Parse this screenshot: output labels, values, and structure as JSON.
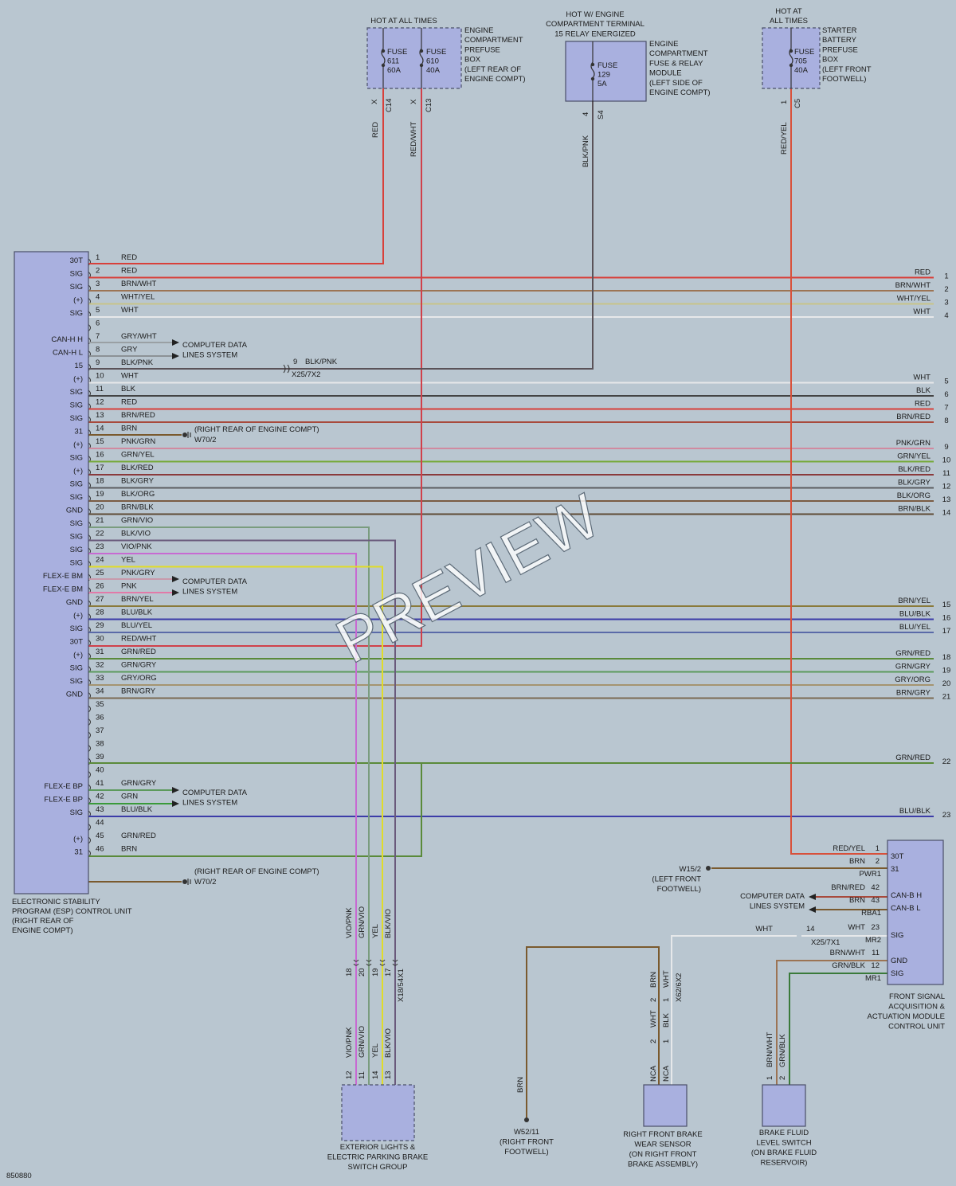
{
  "diagram_id": "850880",
  "watermark": "PREVIEW",
  "power": {
    "hot_all_times_1": "HOT AT ALL TIMES",
    "hot_engine": [
      "HOT W/ ENGINE",
      "COMPARTMENT TERMINAL",
      "15 RELAY ENERGIZED"
    ],
    "hot_all_times_2": [
      "HOT AT",
      "ALL TIMES"
    ],
    "fuse611": [
      "FUSE",
      "611",
      "60A"
    ],
    "fuse610": [
      "FUSE",
      "610",
      "40A"
    ],
    "fuse129": [
      "FUSE",
      "129",
      "5A"
    ],
    "fuse705": [
      "FUSE",
      "705",
      "40A"
    ],
    "prefuse_box_label": [
      "ENGINE",
      "COMPARTMENT",
      "PREFUSE",
      "BOX",
      "(LEFT REAR OF",
      "ENGINE COMPT)"
    ],
    "relay_module_label": [
      "ENGINE",
      "COMPARTMENT",
      "FUSE & RELAY",
      "MODULE",
      "(LEFT SIDE OF",
      "ENGINE COMPT)"
    ],
    "starter_box_label": [
      "STARTER",
      "BATTERY",
      "PREFUSE",
      "BOX",
      "(LEFT FRONT",
      "FOOTWELL)"
    ],
    "c14": "C14",
    "c13": "C13",
    "s4": "S4",
    "c5": "C5",
    "x": "X",
    "pin4": "4",
    "pin1": "1",
    "wire_red": "RED",
    "wire_redwht": "RED/WHT",
    "wire_blkpnk": "BLK/PNK",
    "wire_redyel": "RED/YEL"
  },
  "esp": {
    "label": [
      "ELECTRONIC STABILITY",
      "PROGRAM (ESP) CONTROL UNIT",
      "(RIGHT REAR OF",
      "ENGINE COMPT)"
    ],
    "pins": [
      {
        "n": "1",
        "f": "30T",
        "c": "RED"
      },
      {
        "n": "2",
        "f": "SIG",
        "c": "RED"
      },
      {
        "n": "3",
        "f": "SIG",
        "c": "BRN/WHT"
      },
      {
        "n": "4",
        "f": "(+)",
        "c": "WHT/YEL"
      },
      {
        "n": "5",
        "f": "SIG",
        "c": "WHT"
      },
      {
        "n": "6",
        "f": "",
        "c": ""
      },
      {
        "n": "7",
        "f": "CAN-H H",
        "c": "GRY/WHT"
      },
      {
        "n": "8",
        "f": "CAN-H L",
        "c": "GRY"
      },
      {
        "n": "9",
        "f": "15",
        "c": "BLK/PNK"
      },
      {
        "n": "10",
        "f": "(+)",
        "c": "WHT"
      },
      {
        "n": "11",
        "f": "SIG",
        "c": "BLK"
      },
      {
        "n": "12",
        "f": "SIG",
        "c": "RED"
      },
      {
        "n": "13",
        "f": "SIG",
        "c": "BRN/RED"
      },
      {
        "n": "14",
        "f": "31",
        "c": "BRN"
      },
      {
        "n": "15",
        "f": "(+)",
        "c": "PNK/GRN"
      },
      {
        "n": "16",
        "f": "SIG",
        "c": "GRN/YEL"
      },
      {
        "n": "17",
        "f": "(+)",
        "c": "BLK/RED"
      },
      {
        "n": "18",
        "f": "SIG",
        "c": "BLK/GRY"
      },
      {
        "n": "19",
        "f": "SIG",
        "c": "BLK/ORG"
      },
      {
        "n": "20",
        "f": "GND",
        "c": "BRN/BLK"
      },
      {
        "n": "21",
        "f": "SIG",
        "c": "GRN/VIO"
      },
      {
        "n": "22",
        "f": "SIG",
        "c": "BLK/VIO"
      },
      {
        "n": "23",
        "f": "SIG",
        "c": "VIO/PNK"
      },
      {
        "n": "24",
        "f": "SIG",
        "c": "YEL"
      },
      {
        "n": "25",
        "f": "FLEX-E BM",
        "c": "PNK/GRY"
      },
      {
        "n": "26",
        "f": "FLEX-E BM",
        "c": "PNK"
      },
      {
        "n": "27",
        "f": "GND",
        "c": "BRN/YEL"
      },
      {
        "n": "28",
        "f": "(+)",
        "c": "BLU/BLK"
      },
      {
        "n": "29",
        "f": "SIG",
        "c": "BLU/YEL"
      },
      {
        "n": "30",
        "f": "30T",
        "c": "RED/WHT"
      },
      {
        "n": "31",
        "f": "(+)",
        "c": "GRN/RED"
      },
      {
        "n": "32",
        "f": "SIG",
        "c": "GRN/GRY"
      },
      {
        "n": "33",
        "f": "SIG",
        "c": "GRY/ORG"
      },
      {
        "n": "34",
        "f": "GND",
        "c": "BRN/GRY"
      },
      {
        "n": "35",
        "f": "",
        "c": ""
      },
      {
        "n": "36",
        "f": "",
        "c": ""
      },
      {
        "n": "37",
        "f": "",
        "c": ""
      },
      {
        "n": "38",
        "f": "",
        "c": ""
      },
      {
        "n": "39",
        "f": "",
        "c": ""
      },
      {
        "n": "40",
        "f": "",
        "c": ""
      },
      {
        "n": "41",
        "f": "FLEX-E BP",
        "c": "GRN/GRY"
      },
      {
        "n": "42",
        "f": "FLEX-E BP",
        "c": "GRN"
      },
      {
        "n": "43",
        "f": "SIG",
        "c": "BLU/BLK"
      },
      {
        "n": "44",
        "f": "",
        "c": ""
      },
      {
        "n": "45",
        "f": "(+)",
        "c": "GRN/RED"
      },
      {
        "n": "46",
        "f": "31",
        "c": "BRN"
      }
    ]
  },
  "right_edge": [
    {
      "p": "1",
      "c": "RED"
    },
    {
      "p": "2",
      "c": "BRN/WHT"
    },
    {
      "p": "3",
      "c": "WHT/YEL"
    },
    {
      "p": "4",
      "c": "WHT"
    },
    {
      "p": "5",
      "c": "WHT"
    },
    {
      "p": "6",
      "c": "BLK"
    },
    {
      "p": "7",
      "c": "RED"
    },
    {
      "p": "8",
      "c": "BRN/RED"
    },
    {
      "p": "9",
      "c": "PNK/GRN"
    },
    {
      "p": "10",
      "c": "GRN/YEL"
    },
    {
      "p": "11",
      "c": "BLK/RED"
    },
    {
      "p": "12",
      "c": "BLK/GRY"
    },
    {
      "p": "13",
      "c": "BLK/ORG"
    },
    {
      "p": "14",
      "c": "BRN/BLK"
    },
    {
      "p": "15",
      "c": "BRN/YEL"
    },
    {
      "p": "16",
      "c": "BLU/BLK"
    },
    {
      "p": "17",
      "c": "BLU/YEL"
    },
    {
      "p": "18",
      "c": "GRN/RED"
    },
    {
      "p": "19",
      "c": "GRN/GRY"
    },
    {
      "p": "20",
      "c": "GRY/ORG"
    },
    {
      "p": "21",
      "c": "BRN/GRY"
    },
    {
      "p": "22",
      "c": "GRN/RED"
    },
    {
      "p": "23",
      "c": "BLU/BLK"
    }
  ],
  "computer_data": [
    "COMPUTER DATA",
    "LINES SYSTEM"
  ],
  "connector_x25_7x2": [
    "9",
    "BLK/PNK",
    "X25/7X2"
  ],
  "ground_w70": [
    "(RIGHT REAR OF ENGINE COMPT)",
    "W70/2"
  ],
  "switch_group": {
    "label": [
      "EXTERIOR LIGHTS &",
      "ELECTRIC PARKING BRAKE",
      "SWITCH GROUP"
    ],
    "connector": "X18/54X1",
    "upper_colors": [
      "VIO/PNK",
      "GRN/VIO",
      "YEL",
      "BLK/VIO"
    ],
    "upper_pins": [
      "18",
      "20",
      "19",
      "17"
    ],
    "lower_colors": [
      "VIO/PNK",
      "GRN/VIO",
      "YEL",
      "BLK/VIO"
    ],
    "lower_pins": [
      "12",
      "11",
      "14",
      "13"
    ]
  },
  "ground_w52": {
    "wire": "BRN",
    "label": [
      "W52/11",
      "(RIGHT FRONT",
      "FOOTWELL)"
    ]
  },
  "wear_sensor": {
    "label": [
      "RIGHT FRONT BRAKE",
      "WEAR SENSOR",
      "(ON RIGHT FRONT",
      "BRAKE ASSEMBLY)"
    ],
    "connector": "X62/6X2",
    "upper": [
      {
        "p": "2",
        "c": "BRN"
      },
      {
        "p": "1",
        "c": "WHT"
      }
    ],
    "lower": [
      {
        "p": "2",
        "c": "WHT"
      },
      {
        "p": "1",
        "c": "BLK"
      }
    ],
    "nca": "NCA"
  },
  "fluid_switch": {
    "label": [
      "BRAKE FLUID",
      "LEVEL SWITCH",
      "(ON BRAKE FLUID",
      "RESERVOIR)"
    ],
    "wires": [
      {
        "p": "1",
        "c": "BRN/WHT"
      },
      {
        "p": "2",
        "c": "GRN/BLK"
      }
    ]
  },
  "front_module": {
    "label": [
      "FRONT SIGNAL",
      "ACQUISITION &",
      "ACTUATION MODULE",
      "CONTROL UNIT"
    ],
    "pins": [
      {
        "n": "1",
        "c": "RED/YEL",
        "f": "30T"
      },
      {
        "n": "2",
        "c": "BRN",
        "f": "31"
      },
      {
        "n": "",
        "c": "PWR1",
        "f": ""
      },
      {
        "n": "42",
        "c": "BRN/RED",
        "f": "CAN-B H"
      },
      {
        "n": "43",
        "c": "BRN",
        "f": "CAN-B L"
      },
      {
        "n": "",
        "c": "RBA1",
        "f": ""
      },
      {
        "n": "23",
        "c": "WHT",
        "f": "SIG"
      },
      {
        "n": "",
        "c": "MR2",
        "f": ""
      },
      {
        "n": "11",
        "c": "BRN/WHT",
        "f": "GND"
      },
      {
        "n": "12",
        "c": "GRN/BLK",
        "f": "SIG"
      },
      {
        "n": "",
        "c": "MR1",
        "f": ""
      }
    ],
    "ground_w15": [
      "W15/2",
      "(LEFT FRONT",
      "FOOTWELL)"
    ],
    "x25_7x1": [
      "14",
      "WHT",
      "X25/7X1"
    ]
  }
}
